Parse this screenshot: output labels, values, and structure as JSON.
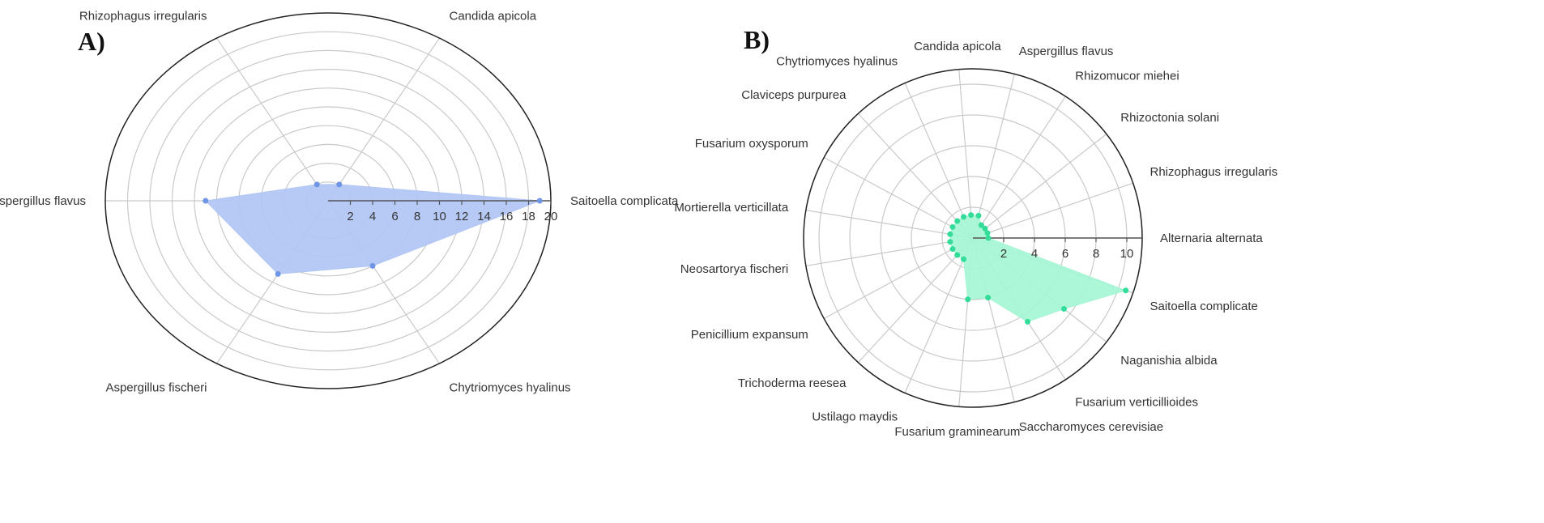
{
  "panels": {
    "a": {
      "letter": "A)"
    },
    "b": {
      "letter": "B)"
    }
  },
  "chart_data": [
    {
      "type": "radar",
      "panel": "A)",
      "categories": [
        "Saitoella complicata",
        "Candida apicola",
        "Rhizophagus irregularis",
        "Aspergillus flavus",
        "Aspergillus fischeri",
        "Chytriomyces hyalinus"
      ],
      "series": [
        {
          "values": [
            19,
            2,
            2,
            11,
            9,
            8
          ],
          "color": "#6f95e6",
          "fill": "#b1c6f4"
        }
      ],
      "rlim": [
        0,
        20
      ],
      "rticks": [
        2,
        4,
        6,
        8,
        10,
        12,
        14,
        16,
        18,
        20
      ],
      "grid": true
    },
    {
      "type": "radar",
      "panel": "B)",
      "categories": [
        "Alternaria alternata",
        "Rhizophagus irregularis",
        "Rhizoctonia solani",
        "Rhizomucor miehei",
        "Aspergillus flavus",
        "Candida apicola",
        "Chytriomyces hyalinus",
        "Claviceps purpurea",
        "Fusarium oxysporum",
        "Mortierella verticillata",
        "Neosartorya fischeri",
        "Penicillium expansum",
        "Trichoderma reesea",
        "Ustilago maydis",
        "Fusarium graminearum",
        "Saccharomyces cerevisiae",
        "Fusarium verticillioides",
        "Naganishia albida",
        "Saitoella complicate"
      ],
      "series": [
        {
          "values": [
            1,
            1,
            1,
            1,
            1.5,
            1.5,
            1.5,
            1.5,
            1.5,
            1.5,
            1.5,
            1.5,
            1.5,
            1.5,
            4,
            4,
            6.5,
            7.5,
            10.5
          ],
          "color": "#33dd99",
          "fill": "#a4f6d4"
        }
      ],
      "rlim": [
        0,
        11
      ],
      "rticks": [
        2,
        4,
        6,
        8,
        10
      ],
      "grid": true
    }
  ]
}
